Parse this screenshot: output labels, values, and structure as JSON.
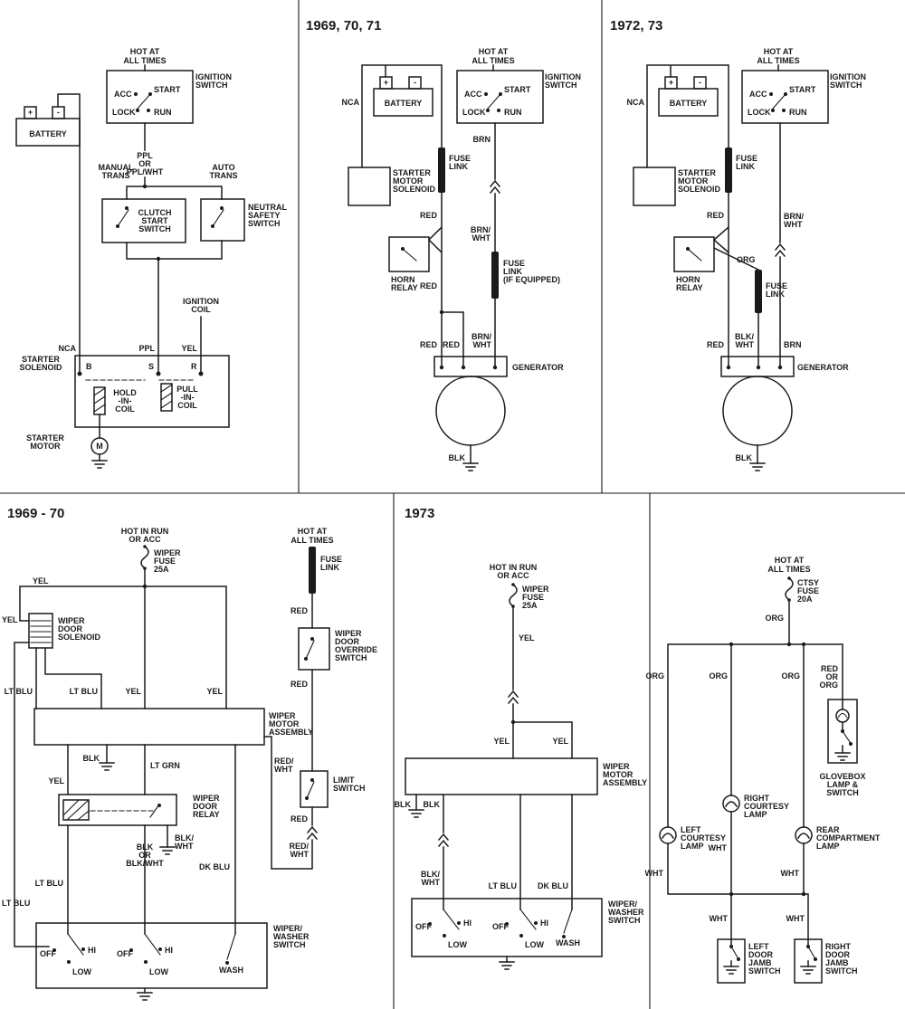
{
  "colors": {
    "ink": "#1a1a1a",
    "paper": "#ffffff"
  },
  "titles": {
    "top_middle": "1969, 70, 71",
    "top_right": "1972, 73",
    "bottom_left": "1969 - 70",
    "bottom_middle": "1973"
  },
  "words": {
    "hot_at": "HOT AT",
    "all_times": "ALL TIMES",
    "hot_in_run": "HOT IN RUN",
    "or_acc": "OR ACC",
    "ignition": "IGNITION",
    "switch": "SWITCH",
    "battery": "BATTERY",
    "plus": "+",
    "minus": "-",
    "acc": "ACC",
    "start": "START",
    "lock": "LOCK",
    "run": "RUN",
    "ppl": "PPL",
    "or": "OR",
    "ppl_wht": "PPL/WHT",
    "manual": "MANUAL",
    "auto": "AUTO",
    "trans": "TRANS",
    "clutch": "CLUTCH",
    "neutral": "NEUTRAL",
    "safety": "SAFETY",
    "coil": "COIL",
    "nca": "NCA",
    "yel": "YEL",
    "starter": "STARTER",
    "solenoid": "SOLENOID",
    "b": "B",
    "s": "S",
    "r": "R",
    "hold": "HOLD",
    "in_": "-IN-",
    "pull": "PULL",
    "motor": "MOTOR",
    "m": "M",
    "fuse": "FUSE",
    "link": "LINK",
    "brn": "BRN",
    "brn_": "BRN/",
    "wht": "WHT",
    "red": "RED",
    "red_": "RED/",
    "horn": "HORN",
    "relay": "RELAY",
    "if_equipped": "(IF EQUIPPED)",
    "generator": "GENERATOR",
    "blk": "BLK",
    "blk_": "BLK/",
    "blk_wht": "BLK/WHT",
    "org": "ORG",
    "wiper": "WIPER",
    "wiper_": "WIPER/",
    "washer": "WASHER",
    "amp25": "25A",
    "amp20": "20A",
    "door": "DOOR",
    "lt_blu": "LT BLU",
    "lt_grn": "LT GRN",
    "dk_blu": "DK BLU",
    "assembly": "ASSEMBLY",
    "override": "OVERRIDE",
    "limit": "LIMIT",
    "off": "OFF",
    "hi": "HI",
    "low": "LOW",
    "wash": "WASH",
    "ctsy": "CTSY",
    "glovebox": "GLOVEBOX",
    "lamp_amp": "LAMP &",
    "lamp": "LAMP",
    "left": "LEFT",
    "right": "RIGHT",
    "courtesy": "COURTESY",
    "rear": "REAR",
    "compartment": "COMPARTMENT",
    "jamb": "JAMB"
  }
}
